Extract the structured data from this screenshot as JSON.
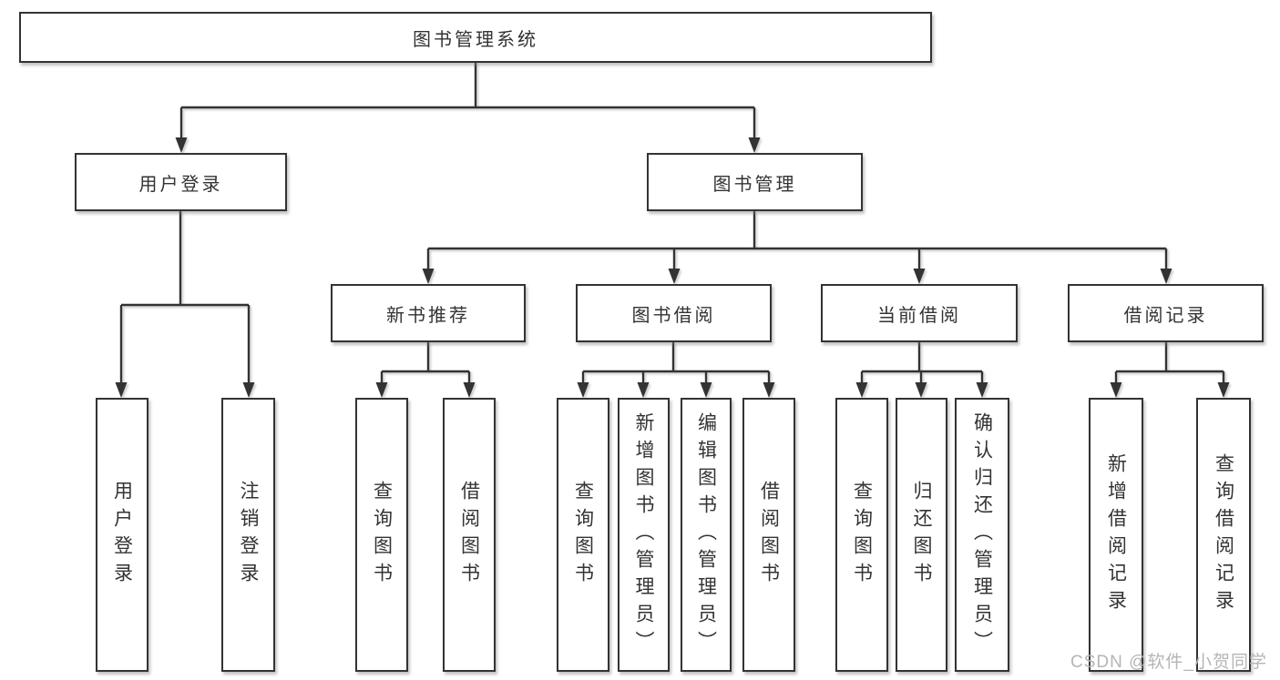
{
  "diagram": {
    "root": {
      "label": "图书管理系统"
    },
    "branches": [
      {
        "label": "用户登录",
        "children": [
          {
            "label": "用户登录"
          },
          {
            "label": "注销登录"
          }
        ]
      },
      {
        "label": "图书管理",
        "sections": [
          {
            "label": "新书推荐",
            "children": [
              {
                "label": "查询图书"
              },
              {
                "label": "借阅图书"
              }
            ]
          },
          {
            "label": "图书借阅",
            "children": [
              {
                "label": "查询图书"
              },
              {
                "label": "新增图书（管理员）"
              },
              {
                "label": "编辑图书（管理员）"
              },
              {
                "label": "借阅图书"
              }
            ]
          },
          {
            "label": "当前借阅",
            "children": [
              {
                "label": "查询图书"
              },
              {
                "label": "归还图书"
              },
              {
                "label": "确认归还（管理员）"
              }
            ]
          },
          {
            "label": "借阅记录",
            "children": [
              {
                "label": "新增借阅记录"
              },
              {
                "label": "查询借阅记录"
              }
            ]
          }
        ]
      }
    ]
  },
  "watermark": {
    "text": "CSDN @软件_小贺同学"
  },
  "colors": {
    "line": "#333333",
    "text": "#333333",
    "box_background": "#ffffff",
    "watermark": "#b5b5b5"
  }
}
